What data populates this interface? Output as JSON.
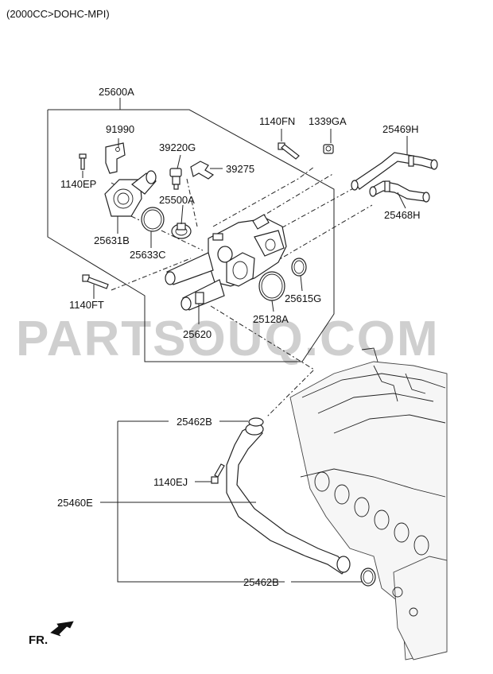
{
  "header": {
    "title": "(2000CC>DOHC-MPI)"
  },
  "watermark": "PARTSOUQ.COM",
  "direction": {
    "label": "FR.",
    "arrow_icon": "arrow-down-left-icon"
  },
  "parts": {
    "p25600A": "25600A",
    "p91990": "91990",
    "p1140EP": "1140EP",
    "p39220G": "39220G",
    "p39275": "39275",
    "p25500A": "25500A",
    "p25631B": "25631B",
    "p25633C": "25633C",
    "p1140FN": "1140FN",
    "p1339GA": "1339GA",
    "p25469H": "25469H",
    "p25468H": "25468H",
    "p1140FT": "1140FT",
    "p25615G": "25615G",
    "p25128A": "25128A",
    "p25620": "25620",
    "p25462B_top": "25462B",
    "p1140EJ": "1140EJ",
    "p25460E": "25460E",
    "p25462B_bottom": "25462B"
  }
}
